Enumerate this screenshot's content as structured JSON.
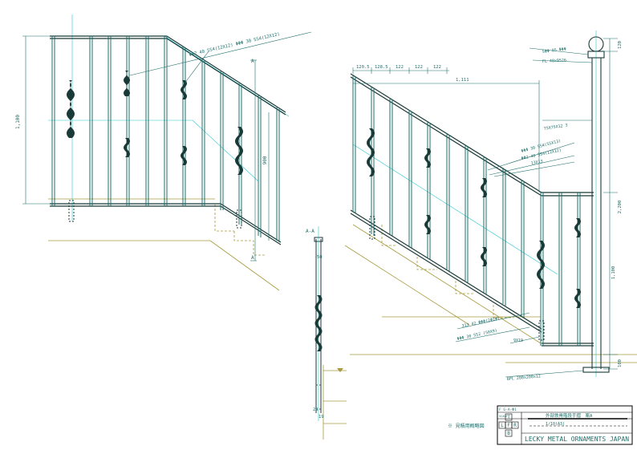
{
  "left_elevation": {
    "height_dim": "1,100",
    "mid_dim": "900",
    "callout": "ΦΦ2 40 SS4(12X12) ΦΦΦ 30 SS4(12X12)",
    "section_mark": "A"
  },
  "right_elevation": {
    "top_dims": [
      "120.5",
      "128.5",
      "122",
      "122",
      "122"
    ],
    "overall_dim": "1,111",
    "callout_post_top": "SΦΦ 05 ΦΦΦ",
    "callout_post": "FL 40x9526",
    "callout_channel": "75X75X12 3",
    "callout_balusters_1": "ΦΦΦ 30 SS4(SSX13)",
    "callout_balusters_2": "ΦΦ2 40 SS4(12X12)",
    "callout_balusters_3": "13X13",
    "callout_bottom_1": "313 42 ΦΦΦ(2Φ2Φ)",
    "callout_bottom_2": "ΦΦΦ 30 SS2 (50X9)",
    "callout_plate": "9X19",
    "callout_base": "BPL 200x200x12",
    "height_dims": [
      "120",
      "2,200",
      "1,100",
      "100"
    ]
  },
  "section": {
    "label": "A-A",
    "dim_top": "50",
    "dim_bottom": "28",
    "dim_bottom2": "19"
  },
  "note": "※ 見積用概略図",
  "title_block": {
    "row1_left": "F  G-A-Φ1",
    "row1_right": "",
    "row2_left": "SCALE",
    "row2_mid": "外部鉄骨階段手摺　案A",
    "row3_mid": "1/10(A3)",
    "cells": [
      "T",
      "L",
      "F",
      "R",
      "B"
    ],
    "company": "LECKY METAL ORNAMENTS JAPAN"
  },
  "colors": {
    "line": "#1f6f6a",
    "dark": "#1a3a38",
    "cyan": "#28c8d0",
    "olive": "#a69a3c",
    "ink": "#000000"
  }
}
